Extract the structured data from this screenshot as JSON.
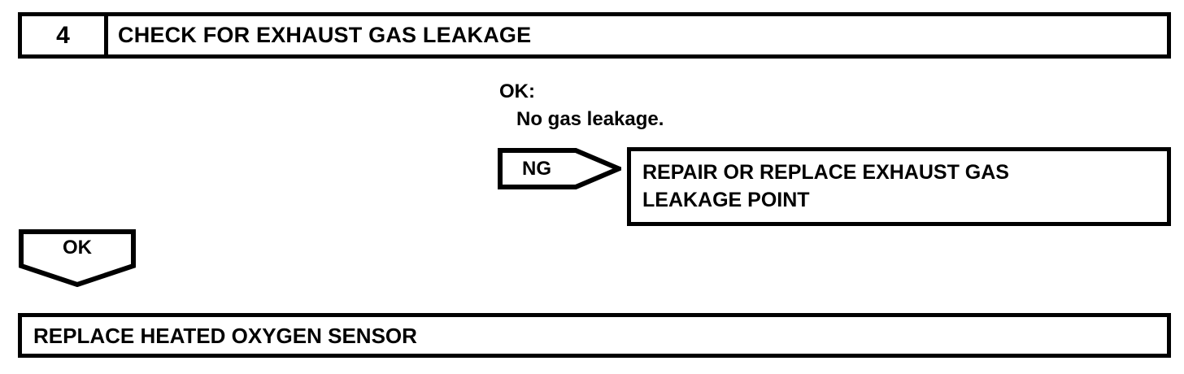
{
  "document": {
    "kind": "troubleshooting-flow-chart"
  },
  "step": {
    "number": "4",
    "title": "CHECK FOR EXHAUST GAS LEAKAGE"
  },
  "result_note": {
    "label": "OK:",
    "detail": "No gas leakage."
  },
  "ng_branch": {
    "arrow_label": "NG",
    "action_line_1": "REPAIR OR REPLACE EXHAUST GAS",
    "action_line_2": "LEAKAGE POINT"
  },
  "ok_branch": {
    "arrow_label": "OK",
    "conclusion": "REPLACE HEATED OXYGEN SENSOR"
  },
  "style": {
    "ink_color": "#000000",
    "paper_color": "#ffffff"
  }
}
